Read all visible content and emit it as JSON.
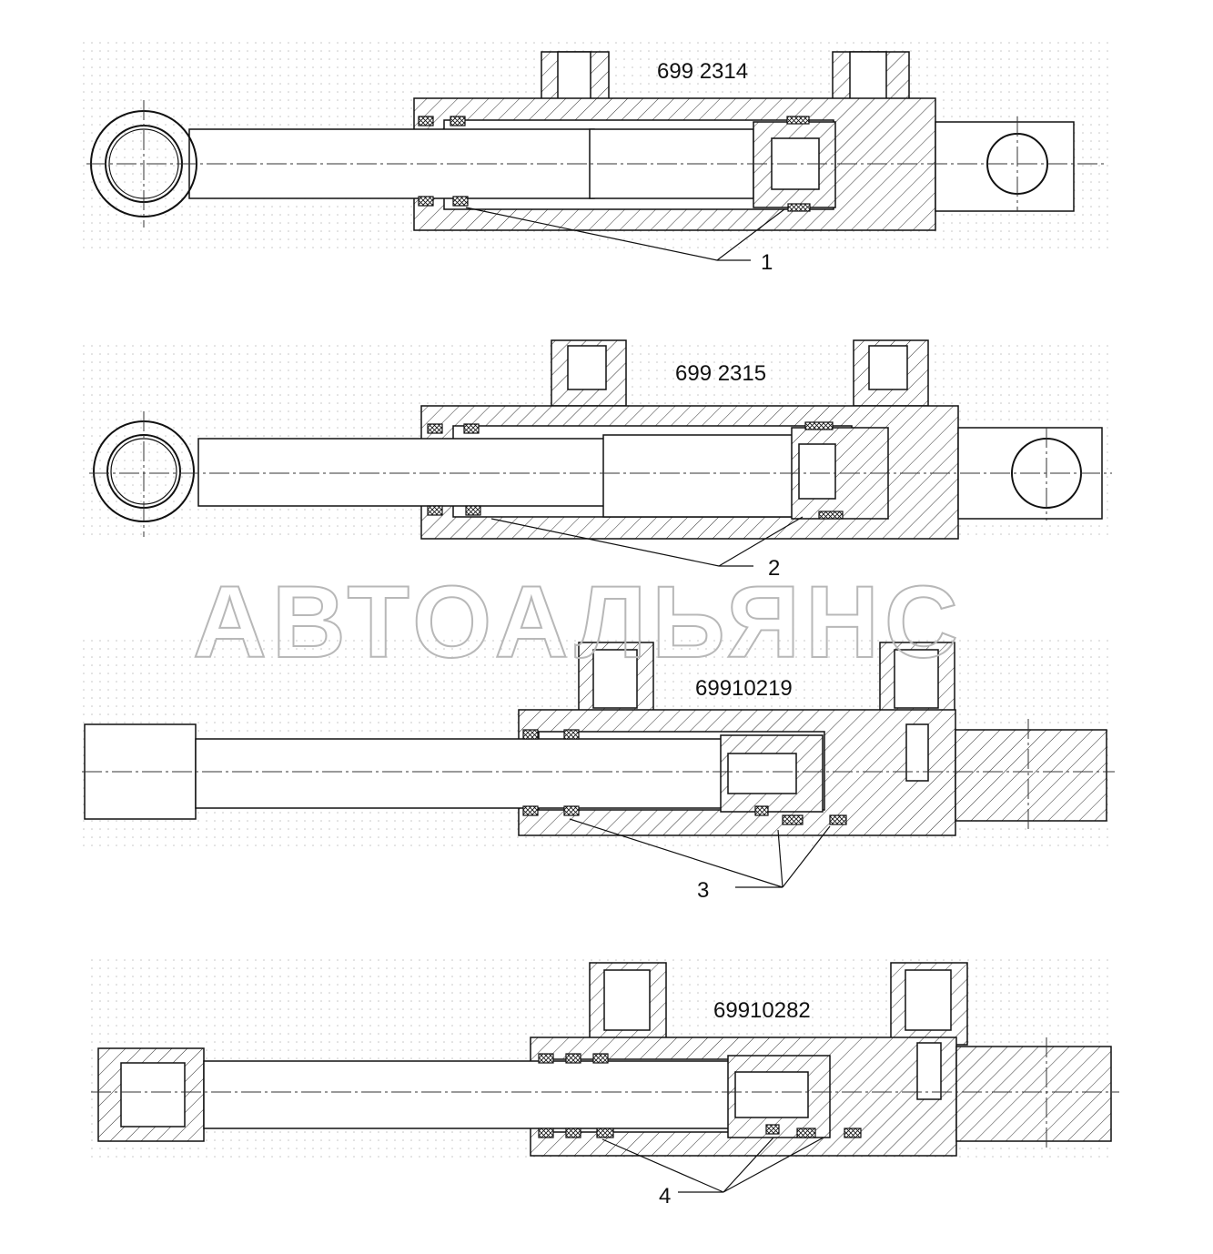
{
  "watermark": "АВТОАЛЬЯНС",
  "assemblies": [
    {
      "part_number": "699 2314",
      "callout": "1"
    },
    {
      "part_number": "699 2315",
      "callout": "2"
    },
    {
      "part_number": "69910219",
      "callout": "3"
    },
    {
      "part_number": "69910282",
      "callout": "4"
    }
  ]
}
